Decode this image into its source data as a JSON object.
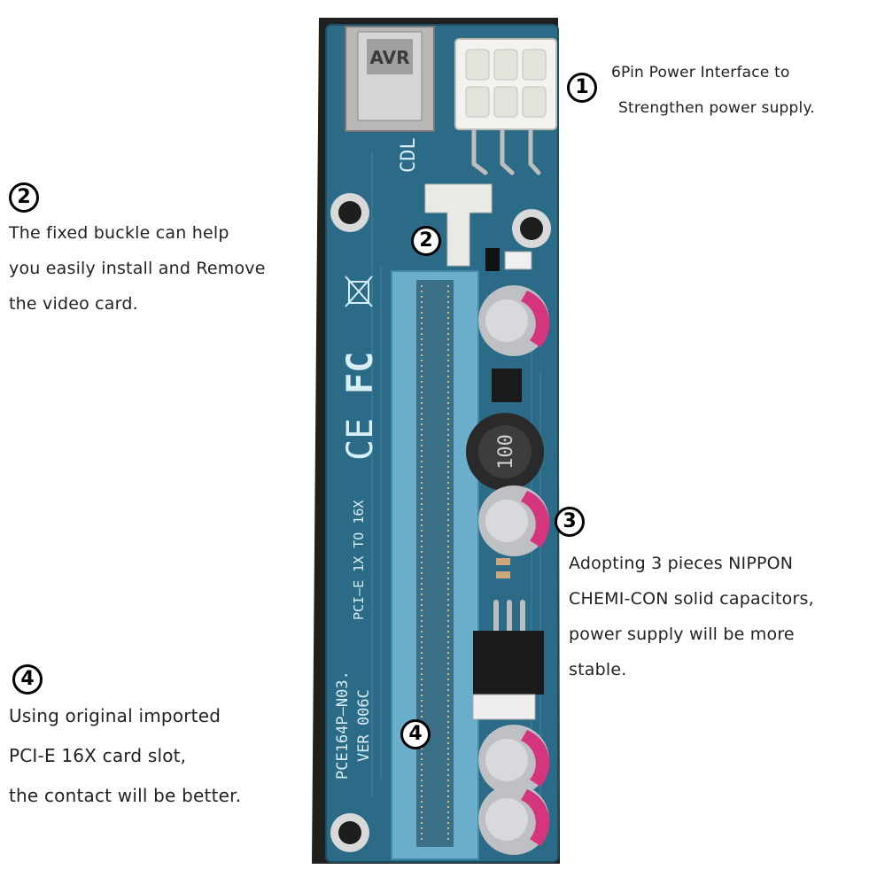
{
  "markers": {
    "one": "1",
    "two": "2",
    "three": "3",
    "four": "4"
  },
  "callout1": {
    "lines": [
      "6Pin Power Interface to",
      "Strengthen power supply."
    ]
  },
  "callout2": {
    "lines": [
      "The fixed buckle can help",
      "you easily install and Remove",
      "the video card."
    ]
  },
  "callout3": {
    "lines": [
      "Adopting 3 pieces NIPPON",
      "CHEMI-CON solid capacitors,",
      "power supply will be more",
      "stable."
    ]
  },
  "callout4": {
    "lines": [
      "Using original imported",
      "PCI-E 16X card slot,",
      "the contact will be better."
    ]
  },
  "board_text": {
    "model": "PCE164P–N03.",
    "version": "VER 006C",
    "pcie": "PCI–E 1X TO 16X",
    "fcc": "FC",
    "ce": "CE",
    "inductor": "100",
    "brand": "CDL"
  },
  "colors": {
    "pcb": "#2c6b88",
    "slot": "#6aaecb",
    "capacitor": "#c9c9cc",
    "cap_sleeve": "#d4357d"
  }
}
